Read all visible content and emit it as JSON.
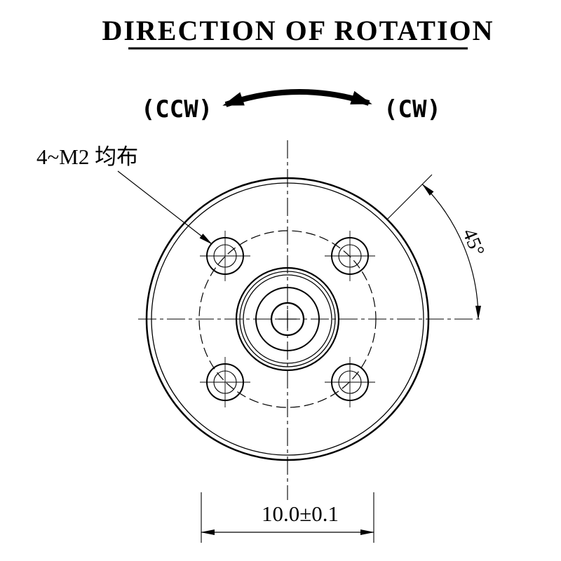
{
  "title": "DIRECTION OF ROTATION",
  "rotation_indicator": {
    "ccw_label": "(CCW)",
    "cw_label": "(CW)"
  },
  "drawing": {
    "hole_callout": "4~M2 均布",
    "angle_dimension": "45°",
    "pitch_dimension": "10.0±0.1"
  },
  "colors": {
    "ink": "#000000",
    "background": "#ffffff"
  }
}
